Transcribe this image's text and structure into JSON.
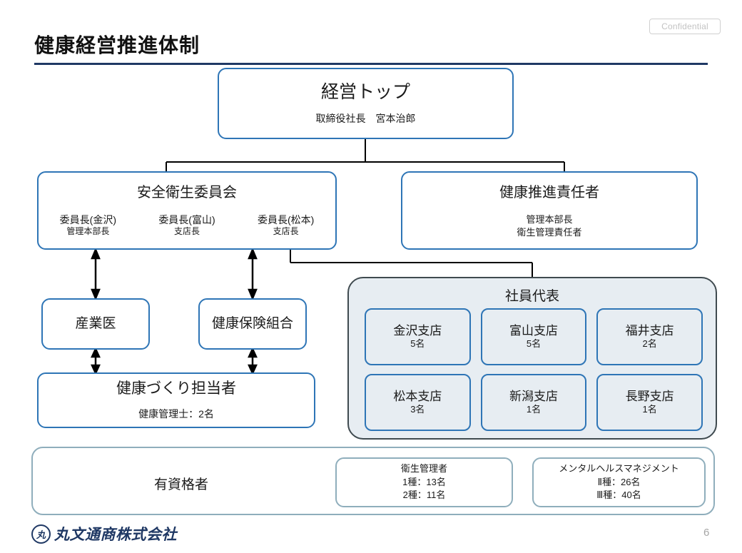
{
  "header": {
    "confidential_badge": "Confidential",
    "title": "健康経営推進体制"
  },
  "org": {
    "top": {
      "title": "経営トップ",
      "subtitle": "取締役社長　宮本治郎"
    },
    "committee": {
      "title": "安全衛生委員会",
      "members": [
        {
          "name": "委員長(金沢)",
          "role": "管理本部長"
        },
        {
          "name": "委員長(富山)",
          "role": "支店長"
        },
        {
          "name": "委員長(松本)",
          "role": "支店長"
        }
      ]
    },
    "health_officer": {
      "title": "健康推進責任者",
      "line1": "管理本部長",
      "line2": "衛生管理責任者"
    },
    "occupational_physician": {
      "title": "産業医"
    },
    "health_insurance": {
      "title": "健康保険組合"
    },
    "health_promotion_staff": {
      "title": "健康づくり担当者",
      "subtitle": "健康管理士：2名"
    },
    "employee_representatives": {
      "title": "社員代表",
      "branches": [
        {
          "name": "金沢支店",
          "count": "5名"
        },
        {
          "name": "富山支店",
          "count": "5名"
        },
        {
          "name": "福井支店",
          "count": "2名"
        },
        {
          "name": "松本支店",
          "count": "3名"
        },
        {
          "name": "新潟支店",
          "count": "1名"
        },
        {
          "name": "長野支店",
          "count": "1名"
        }
      ]
    },
    "qualified": {
      "title": "有資格者",
      "items": [
        {
          "heading": "衛生管理者",
          "lines": [
            "1種：13名",
            "2種：11名"
          ]
        },
        {
          "heading": "メンタルヘルスマネジメント",
          "lines": [
            "Ⅱ種：26名",
            "Ⅲ種：40名"
          ]
        }
      ]
    }
  },
  "footer": {
    "logo_mark": "丸",
    "company": "丸文通商株式会社",
    "page_number": "6"
  },
  "colors": {
    "node_border": "#2e75b6",
    "title_rule": "#1f3864",
    "group_fill": "#e7edf2",
    "group_border": "#3f4a4f",
    "qualified_border": "#8faebc",
    "connector": "#000000",
    "logo": "#1f3864"
  }
}
